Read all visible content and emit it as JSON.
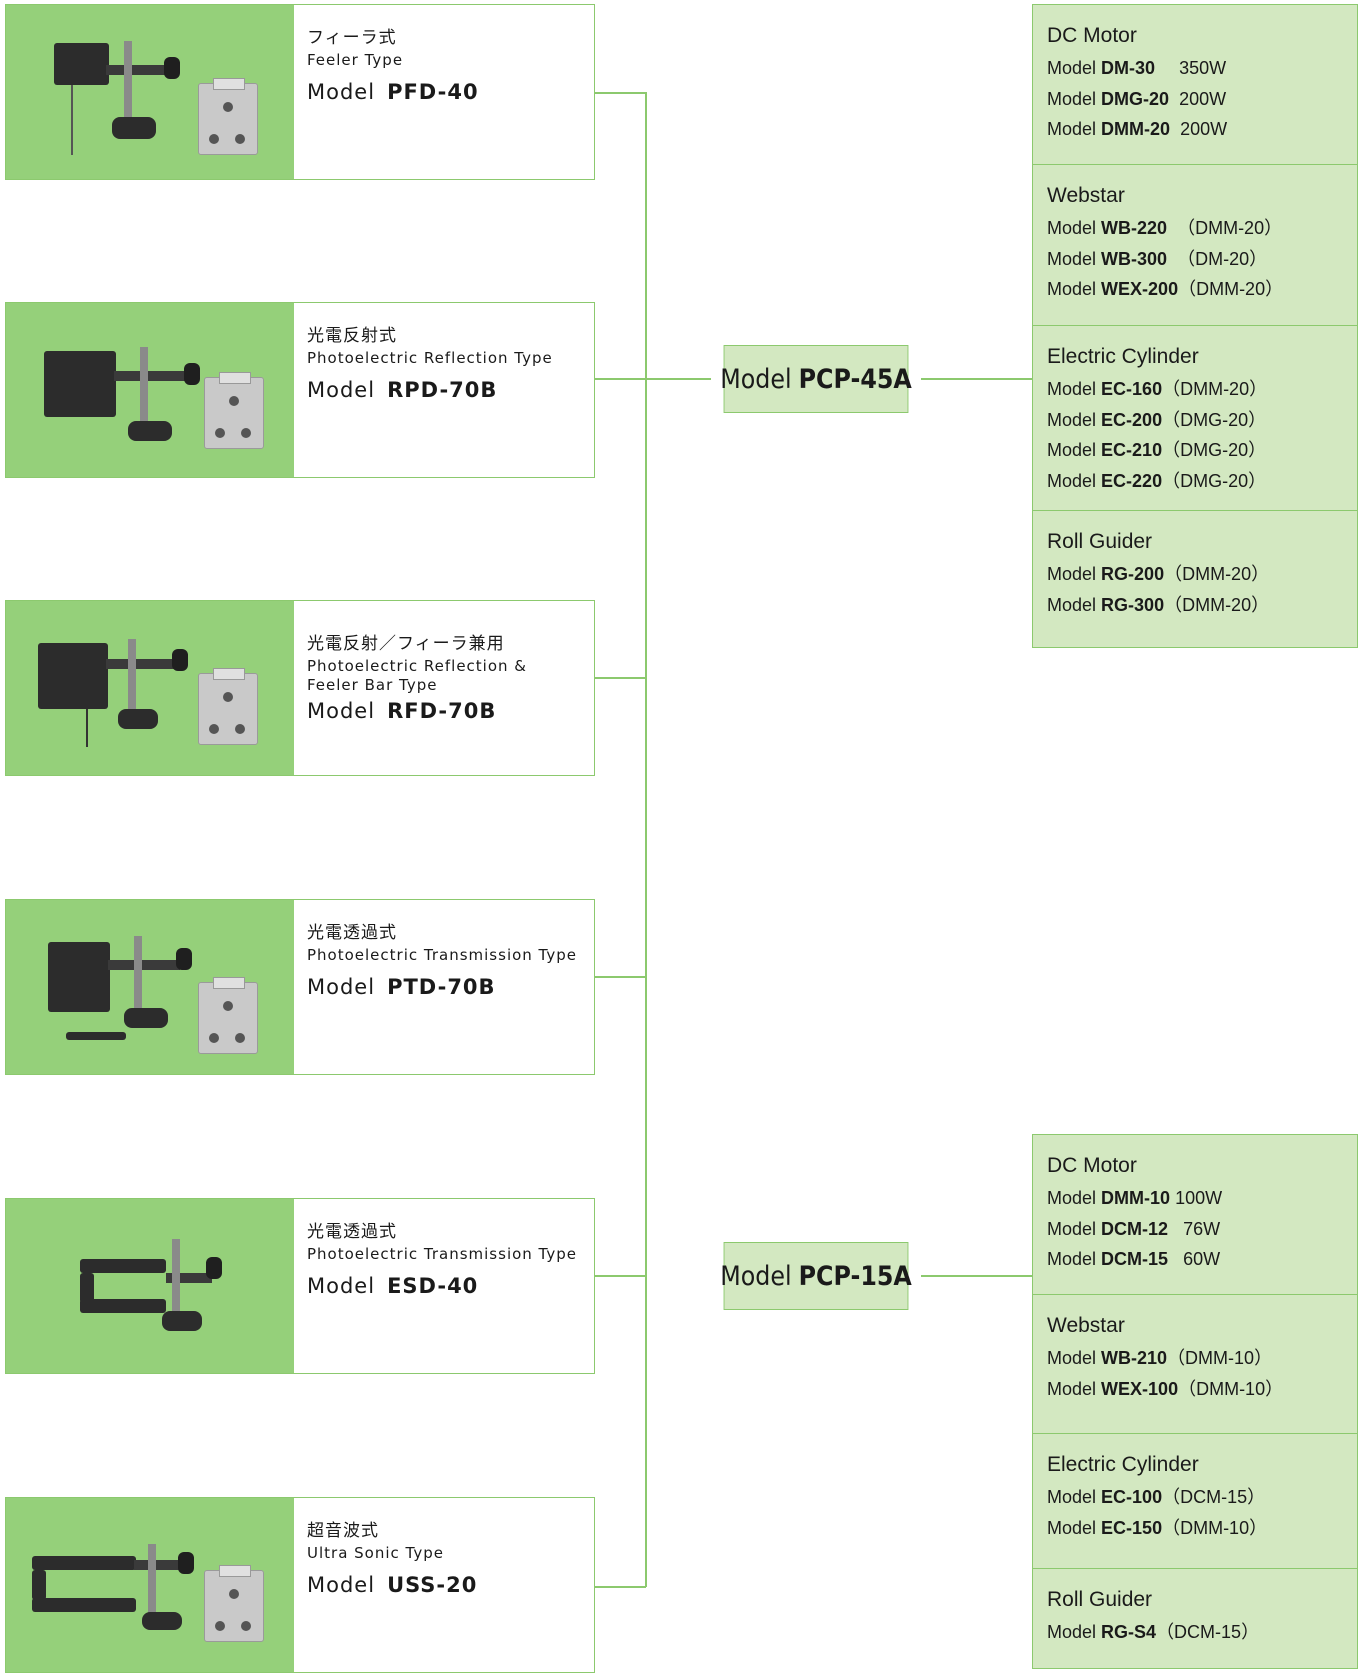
{
  "sensors": [
    {
      "jp": "フィーラ式",
      "en": "Feeler Type",
      "model_label": "Model",
      "model": "PFD-40"
    },
    {
      "jp": "光電反射式",
      "en": "Photoelectric Reflection Type",
      "model_label": "Model",
      "model": "RPD-70B"
    },
    {
      "jp": "光電反射／フィーラ兼用",
      "en": "Photoelectric Reflection &\nFeeler Bar Type",
      "model_label": "Model",
      "model": "RFD-70B"
    },
    {
      "jp": "光電透過式",
      "en": "Photoelectric Transmission Type",
      "model_label": "Model",
      "model": "PTD-70B"
    },
    {
      "jp": "光電透過式",
      "en": "Photoelectric Transmission Type",
      "model_label": "Model",
      "model": "ESD-40"
    },
    {
      "jp": "超音波式",
      "en": "Ultra Sonic Type",
      "model_label": "Model",
      "model": "USS-20"
    }
  ],
  "controllers": [
    {
      "label": "Model",
      "model": "PCP-45A"
    },
    {
      "label": "Model",
      "model": "PCP-15A"
    }
  ],
  "pcp45a_groups": [
    {
      "title": "DC Motor",
      "items": [
        {
          "label": "Model",
          "model": "DM-30",
          "spec": "350W"
        },
        {
          "label": "Model",
          "model": "DMG-20",
          "spec": "200W"
        },
        {
          "label": "Model",
          "model": "DMM-20",
          "spec": "200W"
        }
      ]
    },
    {
      "title": "Webstar",
      "items": [
        {
          "label": "Model",
          "model": "WB-220",
          "spec": "（DMM-20）"
        },
        {
          "label": "Model",
          "model": "WB-300",
          "spec": "（DM-20）"
        },
        {
          "label": "Model",
          "model": "WEX-200",
          "spec": "（DMM-20）"
        }
      ]
    },
    {
      "title": "Electric Cylinder",
      "items": [
        {
          "label": "Model",
          "model": "EC-160",
          "spec": "（DMM-20）"
        },
        {
          "label": "Model",
          "model": "EC-200",
          "spec": "（DMG-20）"
        },
        {
          "label": "Model",
          "model": "EC-210",
          "spec": "（DMG-20）"
        },
        {
          "label": "Model",
          "model": "EC-220",
          "spec": "（DMG-20）"
        }
      ]
    },
    {
      "title": "Roll Guider",
      "items": [
        {
          "label": "Model",
          "model": "RG-200",
          "spec": "（DMM-20）"
        },
        {
          "label": "Model",
          "model": "RG-300",
          "spec": "（DMM-20）"
        }
      ]
    }
  ],
  "pcp15a_groups": [
    {
      "title": "DC Motor",
      "items": [
        {
          "label": "Model",
          "model": "DMM-10",
          "spec": "100W"
        },
        {
          "label": "Model",
          "model": "DCM-12",
          "spec": "76W"
        },
        {
          "label": "Model",
          "model": "DCM-15",
          "spec": "60W"
        }
      ]
    },
    {
      "title": "Webstar",
      "items": [
        {
          "label": "Model",
          "model": "WB-210",
          "spec": "（DMM-10）"
        },
        {
          "label": "Model",
          "model": "WEX-100",
          "spec": "（DMM-10）"
        }
      ]
    },
    {
      "title": "Electric Cylinder",
      "items": [
        {
          "label": "Model",
          "model": "EC-100",
          "spec": "（DCM-15）"
        },
        {
          "label": "Model",
          "model": "EC-150",
          "spec": "（DMM-10）"
        }
      ]
    },
    {
      "title": "Roll Guider",
      "items": [
        {
          "label": "Model",
          "model": "RG-S4",
          "spec": "（DCM-15）"
        }
      ]
    }
  ],
  "colors": {
    "green_line": "#8cc96e",
    "photo_bg": "#95d07a",
    "panel_bg": "#d3e8c1"
  }
}
